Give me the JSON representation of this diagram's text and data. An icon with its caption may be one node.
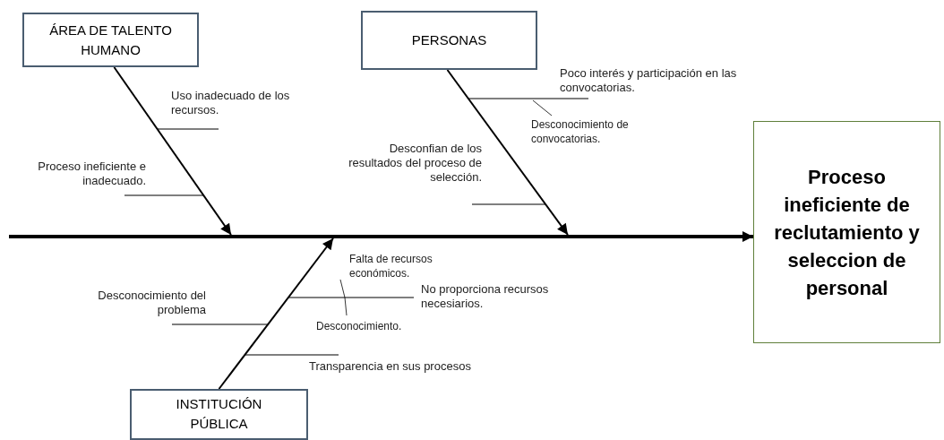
{
  "diagram": {
    "nodes": [
      {
        "text": [
          "ÁREA DE TALENTO HUMANO"
        ]
      },
      {
        "text": [
          "PERSONAS"
        ]
      },
      {
        "text": [
          "Proceso ineficiente de reclutamiento y seleccion de personal"
        ]
      },
      {
        "text": [
          "INSTITUCIÓN PÚBLICA"
        ]
      }
    ],
    "edges": [
      {
        "from": null,
        "to": 2,
        "arrow": "to",
        "style": "thick"
      },
      {
        "from": 0,
        "to": null,
        "arrow": "to"
      },
      {
        "from": 1,
        "to": null,
        "arrow": "to"
      },
      {
        "from": 3,
        "to": null,
        "arrow": "to"
      }
    ],
    "labels": [
      "Uso inadecuado de los recursos.",
      "Poco interés y participación en las convocatorias.",
      "Desconocimiento de convocatorias.",
      "Proceso ineficiente e inadecuado.",
      "Desconfian de los resultados del proceso de selección.",
      "Falta de recursos económicos.",
      "Desconocimiento del problema",
      "No proporciona recursos necesiarios.",
      "Desconocimiento.",
      "Transparencia en sus procesos"
    ]
  }
}
